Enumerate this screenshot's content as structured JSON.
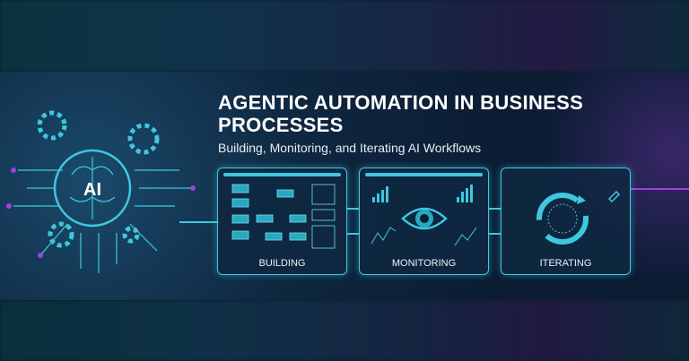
{
  "title": "AGENTIC AUTOMATION IN BUSINESS PROCESSES",
  "title_lines": [
    "AGENTIC AUTOMATION IN BUSINESS",
    "PROCESSES"
  ],
  "subtitle": "Building, Monitoring, and Iterating AI Workflows",
  "brain_label": "AI",
  "panels": [
    {
      "label": "BUILDING"
    },
    {
      "label": "MONITORING"
    },
    {
      "label": "ITERATING"
    }
  ],
  "colors": {
    "accent": "#3ec8e0",
    "background": "#0b1c33",
    "purple": "#a040e0"
  }
}
